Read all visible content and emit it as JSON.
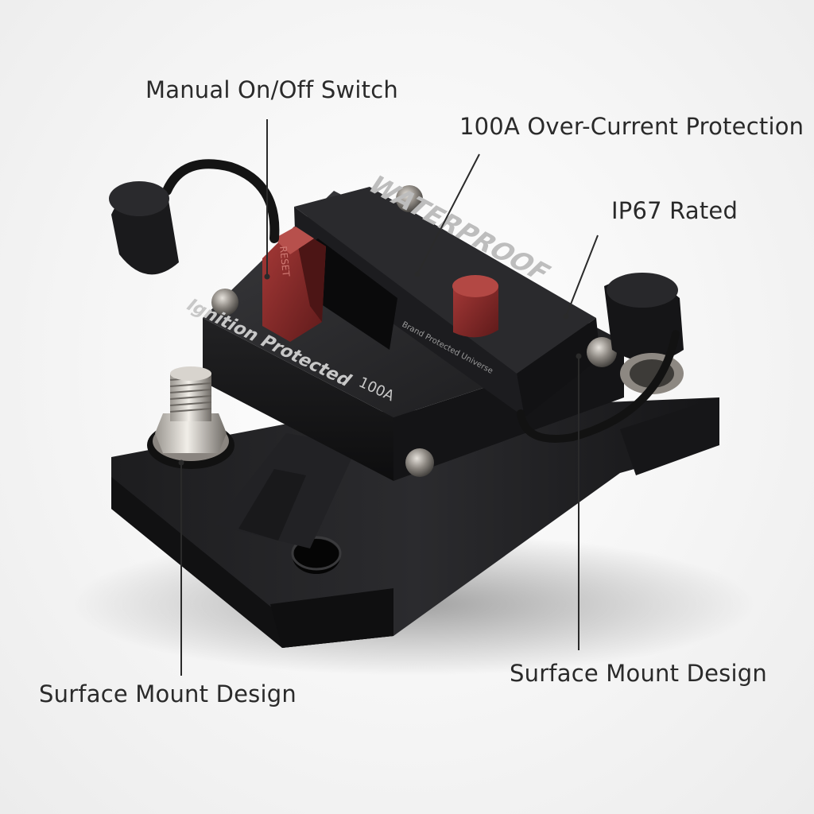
{
  "callouts": {
    "switch": "Manual On/Off Switch",
    "current": "100A Over-Current Protection",
    "ip_rating": "IP67 Rated",
    "mount_left": "Surface Mount Design",
    "mount_right": "Surface Mount Design"
  },
  "product_markings": {
    "top_brand": "WATERPROOF",
    "rating": "100A",
    "side_text": "Ignition Protected",
    "small_print": "Brand Protected Universe",
    "lever_text": "RESET"
  },
  "colors": {
    "body": "#1b1b1d",
    "lever": "#8a2a2a",
    "reset_button": "#8c2c2c",
    "screw": "#8a8580",
    "leader_line": "#2a2a2a"
  }
}
